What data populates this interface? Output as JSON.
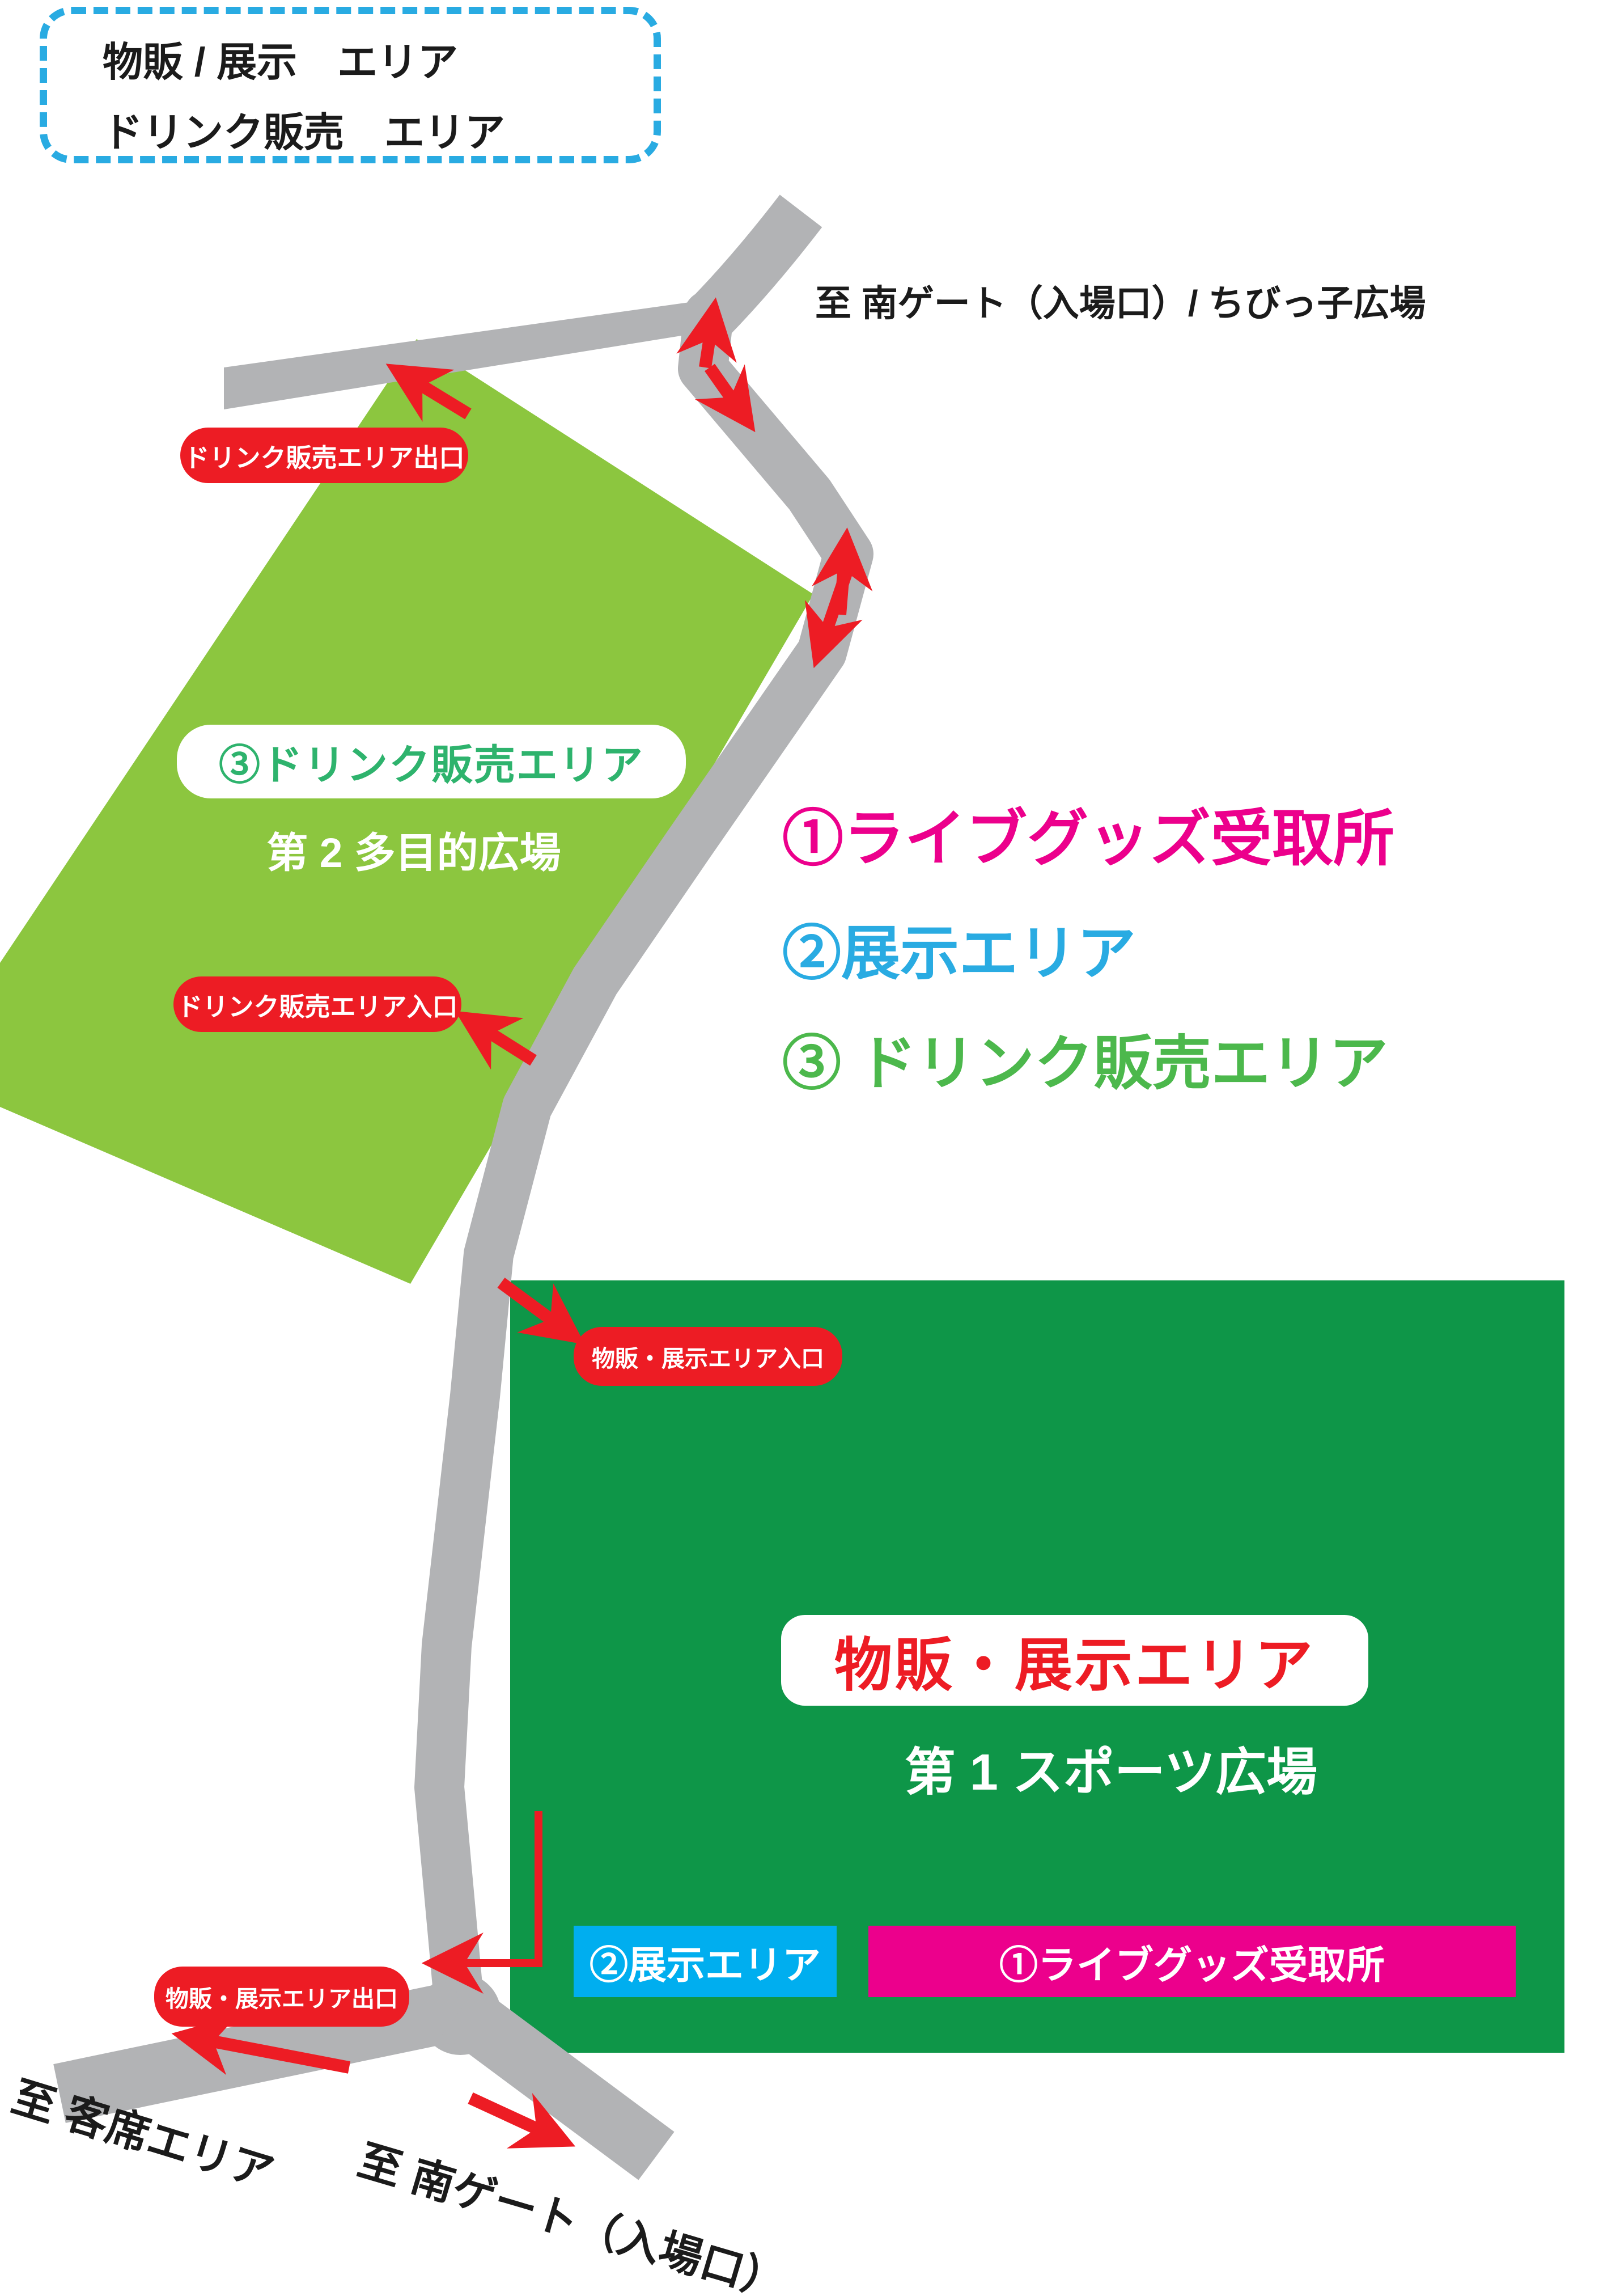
{
  "colors": {
    "path-gray": "#b2b3b5",
    "red": "#ed1c24",
    "drink-area-green": "#8cc63f",
    "goods-area-green": "#0e9648",
    "magenta": "#ec008c",
    "cyan": "#00aeef",
    "legend-blue": "#29abe2",
    "legend-green": "#4cb84c",
    "drink-label-green": "#2eb36d",
    "ink": "#1b1b1b"
  },
  "header_box": {
    "line1": "物販 / 展示　エリア",
    "line2": "ドリンク販売　エリア"
  },
  "destinations": {
    "north": "至 南ゲート（入場口）/ ちびっ子広場",
    "seats": "至 客席エリア",
    "south_gate": "至 南ゲート（入場口）"
  },
  "drink_area": {
    "name": "③ドリンク販売エリア",
    "place": "第 2 多目的広場",
    "exit": "ドリンク販売エリア出口",
    "entrance": "ドリンク販売エリア入口"
  },
  "goods_area": {
    "name": "物販・展示エリア",
    "place": "第 1 スポーツ広場",
    "entrance": "物販・展示エリア入口",
    "exit": "物販・展示エリア出口",
    "exhibit_zone": "②展示エリア",
    "pickup_zone": "①ライブグッズ受取所"
  },
  "legend": [
    {
      "label": "①ライブグッズ受取所"
    },
    {
      "label": "②展示エリア"
    },
    {
      "label": "③ ドリンク販売エリア"
    }
  ]
}
